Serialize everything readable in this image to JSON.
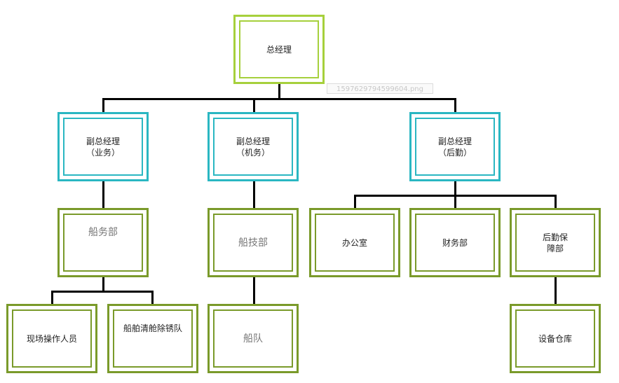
{
  "nodes": {
    "gm": "总经理",
    "vp_business": "副总经理\n（业务）",
    "vp_engineering": "副总经理\n（机务）",
    "vp_logistics": "副总经理\n（后勤）",
    "shipping_dept": "船务部",
    "tech_dept": "船技部",
    "office": "办公室",
    "finance_dept": "财务部",
    "logistics_support": "后勤保\n障部",
    "field_operators": "现场操作人员",
    "hull_cleaning_team": "船舶清舱除锈队",
    "fleet": "船队",
    "equipment_warehouse": "设备仓库"
  },
  "caption": "1597629794599604.png",
  "colors": {
    "lime_border": "#a6d03c",
    "green_border": "#7a9a2a",
    "teal_border": "#2ab7c2",
    "connector": "#000000"
  }
}
